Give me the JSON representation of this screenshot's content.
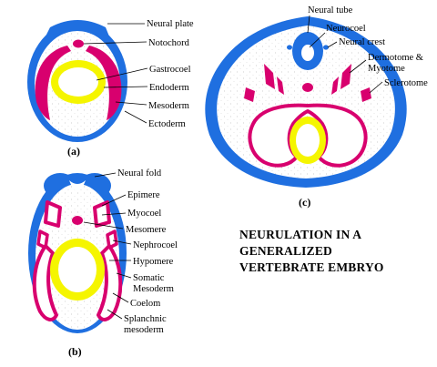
{
  "colors": {
    "ectoderm_blue": "#1f6fe0",
    "mesoderm_magenta": "#d8006e",
    "endoderm_yellow": "#f5f500",
    "interior_speckle": "#f4f4f4",
    "background": "#ffffff"
  },
  "panels": {
    "a": {
      "label": "(a)",
      "labels": [
        "Neural plate",
        "Notochord",
        "Gastrocoel",
        "Endoderm",
        "Mesoderm",
        "Ectoderm"
      ]
    },
    "b": {
      "label": "(b)",
      "labels": [
        "Neural fold",
        "Epimere",
        "Myocoel",
        "Mesomere",
        "Nephrocoel",
        "Hypomere",
        "Somatic",
        "Mesoderm",
        "Coelom",
        "Splanchnic",
        "mesoderm"
      ]
    },
    "c": {
      "label": "(c)",
      "labels": [
        "Neural tube",
        "Neurocoel",
        "Neural crest",
        "Dermotome &",
        "Myotome",
        "Sclerotome"
      ]
    }
  },
  "caption": [
    "NEURULATION IN A",
    "GENERALIZED",
    "VERTEBRATE EMBRYO"
  ]
}
